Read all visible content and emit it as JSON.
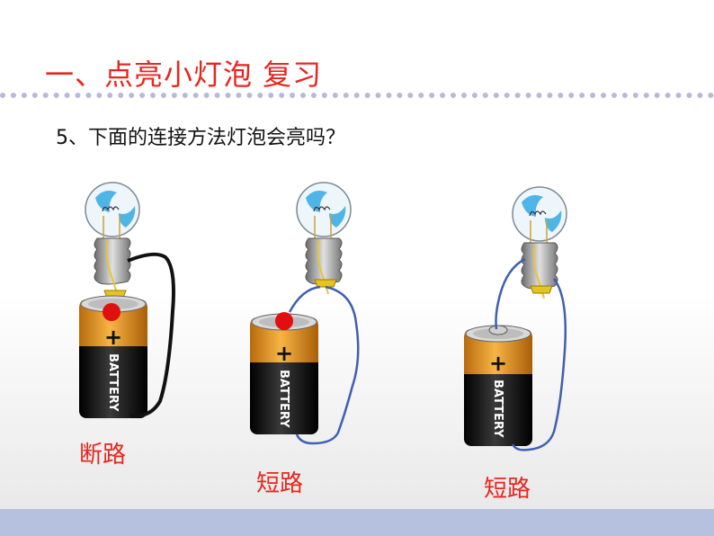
{
  "title": "一、点亮小灯泡 复习",
  "question": "5、下面的连接方法灯泡会亮吗？",
  "circuits": [
    {
      "caption": "断路",
      "battery_label": "BATTERY",
      "plus_symbol": "+"
    },
    {
      "caption": "短路",
      "battery_label": "BATTERY",
      "plus_symbol": "+"
    },
    {
      "caption": "短路",
      "battery_label": "BATTERY",
      "plus_symbol": "+"
    }
  ],
  "colors": {
    "title_red": "#e8261f",
    "battery_orange": "#e9901a",
    "battery_black": "#1a1a1a",
    "wire_blue": "#3f5fb0",
    "wire_black": "#111111",
    "contact_red": "#e01010",
    "footer_bar": "#b6c1df"
  }
}
